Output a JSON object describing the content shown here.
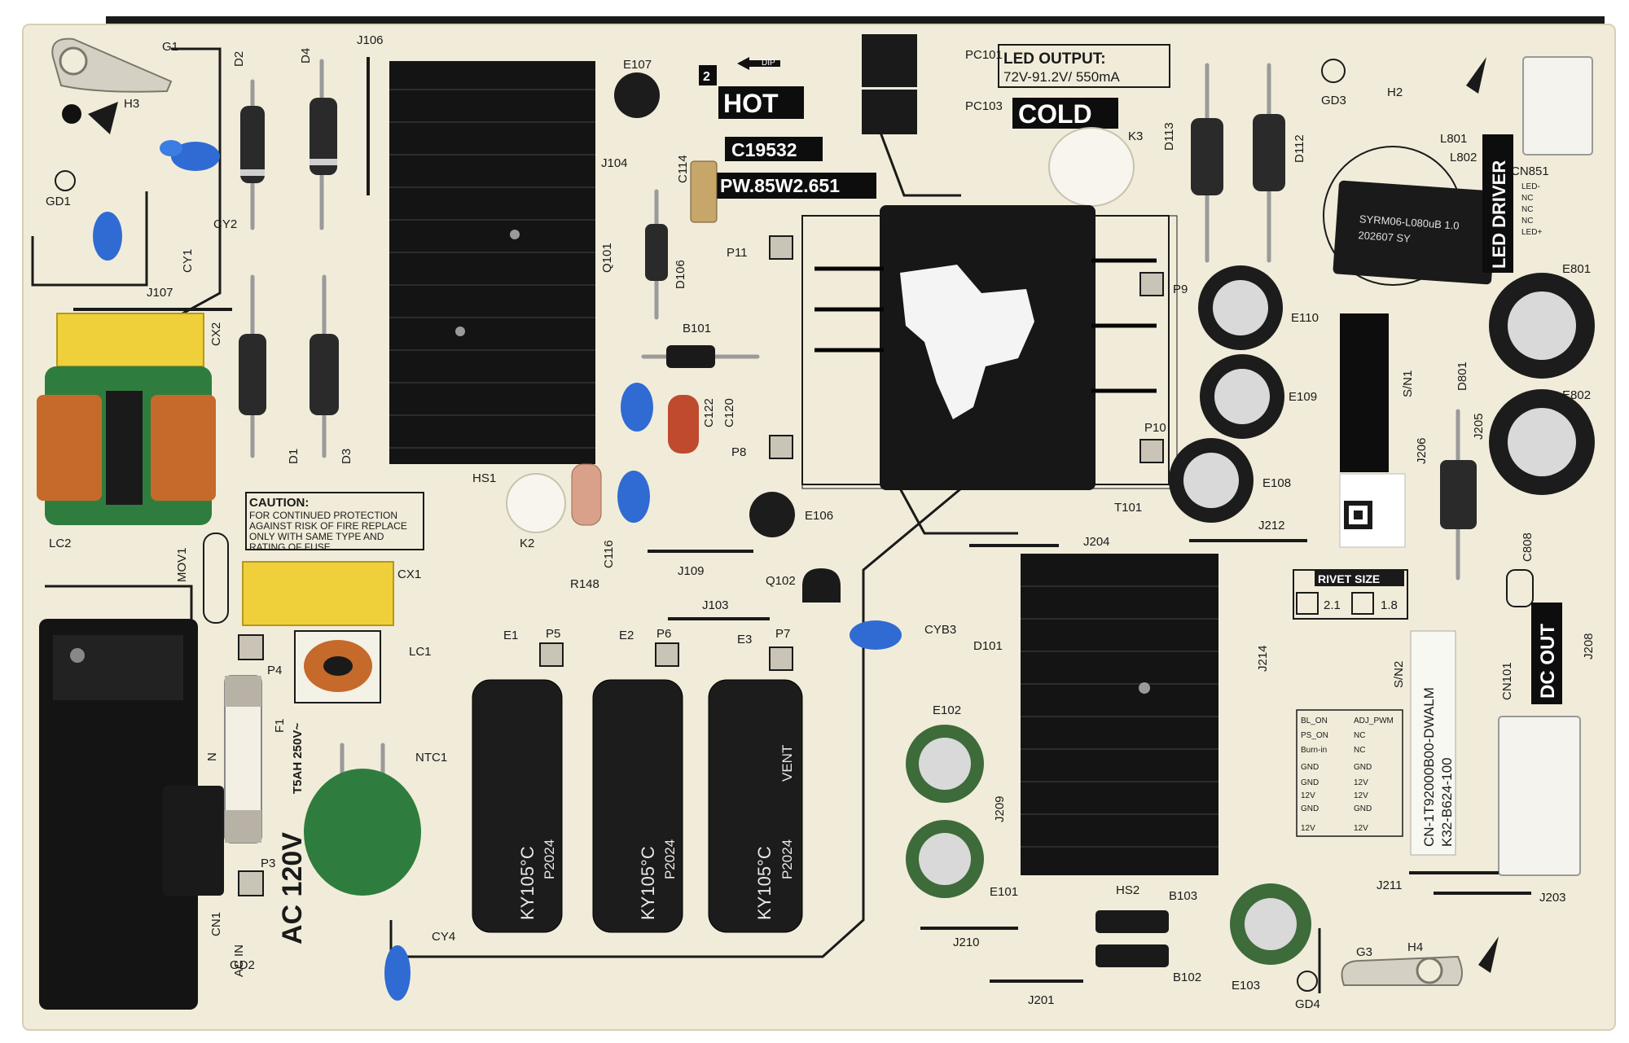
{
  "colors": {
    "board": "#f1ecd9",
    "silkscreen": "#1a1a1a",
    "heatsink": "#141414",
    "cap_blue": "#2f6bd3",
    "mov_green": "#2f7d3e",
    "fuse_yellow": "#f0d03a",
    "coil_copper": "#c56a2a"
  },
  "board": {
    "model_banner": "C19532",
    "part_number": "PW.85W2.651",
    "hot_label": "HOT",
    "cold_label": "COLD",
    "dip_label": "DIP",
    "hot_number": "2",
    "led_output_title": "LED OUTPUT:",
    "led_output_spec": "72V-91.2V/  550mA",
    "led_driver": "LED DRIVER",
    "dc_out": "DC OUT",
    "ac_voltage": "AC 120V",
    "ac_in": "AC IN",
    "fuse_rating": "T5AH 250V~",
    "caution_title": "CAUTION:",
    "caution_lines": [
      "FOR CONTINUED PROTECTION",
      "AGAINST RISK OF FIRE REPLACE",
      "ONLY WITH SAME TYPE AND",
      "RATING OF FUSE"
    ],
    "rivet_title": "RIVET SIZE",
    "rivet_a": "2.1",
    "rivet_b": "1.8",
    "serial_sticker": "CN-1T92000B00-DWALM",
    "code_k32": "K32-B624-100",
    "inductor_label": "SYRM06-L080uB 1.0",
    "inductor_code": "202607    SY",
    "cap_text_a": "KY105°C",
    "cap_text_b": "P2024",
    "cap_text_c": "VENT",
    "cn851_pins": [
      "LED-",
      "NC",
      "NC",
      "NC",
      "LED+"
    ],
    "cn101_left": [
      "BL_ON",
      "PS_ON",
      "Burn-in",
      "GND",
      "GND",
      "12V",
      "GND",
      "12V"
    ],
    "cn101_right": [
      "ADJ_PWM",
      "NC",
      "NC",
      "GND",
      "12V",
      "12V",
      "GND",
      "12V"
    ]
  },
  "refs": {
    "g1": "G1",
    "h3": "H3",
    "gd1": "GD1",
    "d2": "D2",
    "d4": "D4",
    "j106": "J106",
    "cy2": "CY2",
    "cy1": "CY1",
    "j107": "J107",
    "cx2": "CX2",
    "d1": "D1",
    "d3": "D3",
    "lc2": "LC2",
    "mov1": "MOV1",
    "cx1": "CX1",
    "lc1": "LC1",
    "p4": "P4",
    "f1": "F1",
    "ntc1": "NTC1",
    "p3": "P3",
    "cn1": "CN1",
    "gd2": "GD2",
    "cy4": "CY4",
    "hs1": "HS1",
    "j104": "J104",
    "e107": "E107",
    "c114": "C114",
    "q101": "Q101",
    "d106": "D106",
    "b101": "B101",
    "c122": "C122",
    "c120": "C120",
    "c116": "C116",
    "r148": "R148",
    "k2": "K2",
    "j109": "J109",
    "j103": "J103",
    "q102": "Q102",
    "e1": "E1",
    "p5": "P5",
    "e2": "E2",
    "p6": "P6",
    "e3": "E3",
    "p7": "P7",
    "cyb3": "CYB3",
    "pc101": "PC101",
    "pc103": "PC103",
    "k3": "K3",
    "p11": "P11",
    "p8": "P8",
    "p9": "P9",
    "p10": "P10",
    "t101": "T101",
    "e106": "E106",
    "d113": "D113",
    "d112": "D112",
    "e110": "E110",
    "e109": "E109",
    "e108": "E108",
    "j212": "J212",
    "j204": "J204",
    "gd3": "GD3",
    "h2": "H2",
    "l801": "L801",
    "l802": "L802",
    "cn851": "CN851",
    "e801": "E801",
    "e802": "E802",
    "sn1": "S/N1",
    "d801": "D801",
    "j205": "J205",
    "j206": "J206",
    "c808": "C808",
    "d101": "D101",
    "e102": "E102",
    "e101": "E101",
    "j209": "J209",
    "j214": "J214",
    "hs2": "HS2",
    "b103": "B103",
    "b102": "B102",
    "j210": "J210",
    "j201": "J201",
    "e103": "E103",
    "gd4": "GD4",
    "g3": "G3",
    "h4": "H4",
    "sn2": "S/N2",
    "cn101": "CN101",
    "j208": "J208",
    "j211": "J211",
    "j203": "J203"
  }
}
